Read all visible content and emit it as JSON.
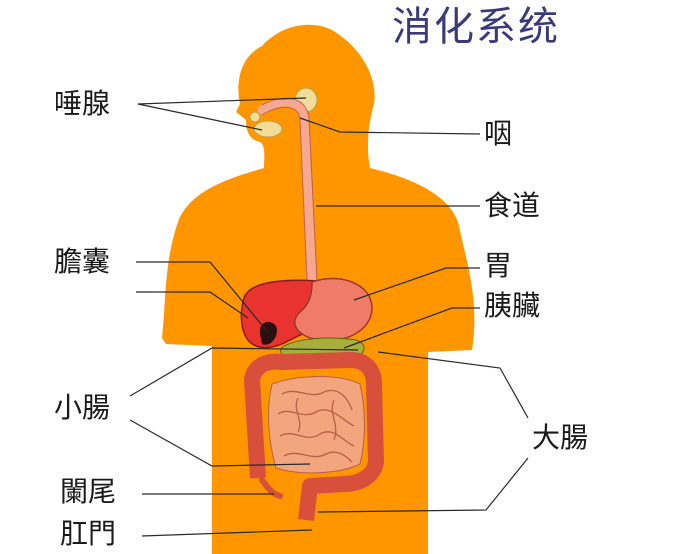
{
  "title": "消化系统",
  "colors": {
    "body": "#FF9600",
    "title": "#3A3A78",
    "liver": "#E8332E",
    "stomach": "#F07C68",
    "intestine": "#F3A57E",
    "colon": "#D8503C",
    "pancreas": "#A8AE3A",
    "gland": "#F2DC9A",
    "esophagus": "#F6A890"
  },
  "labels": {
    "salivary_glands": "唾腺",
    "pharynx": "咽",
    "esophagus": "食道",
    "gallbladder": "膽囊",
    "stomach": "胃",
    "pancreas": "胰臟",
    "small_intestine": "小腸",
    "large_intestine": "大腸",
    "appendix": "闌尾",
    "anus": "肛門"
  }
}
